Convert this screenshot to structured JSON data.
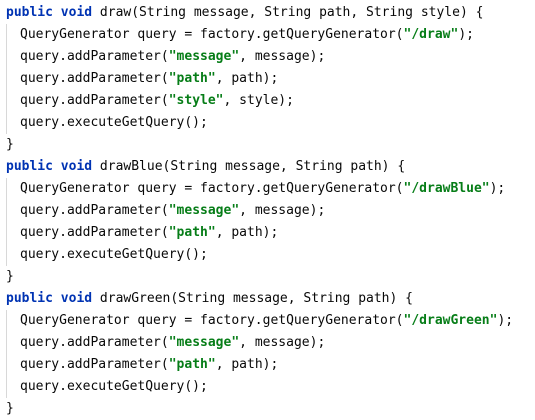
{
  "code": {
    "lines": [
      {
        "indent": false,
        "tokens": [
          {
            "t": "public void",
            "k": "kw"
          },
          {
            "t": " draw(String message, String path, String style) {",
            "k": "plain"
          }
        ]
      },
      {
        "indent": true,
        "tokens": [
          {
            "t": "QueryGenerator query = factory.getQueryGenerator(",
            "k": "plain"
          },
          {
            "t": "\"/draw\"",
            "k": "str"
          },
          {
            "t": ");",
            "k": "plain"
          }
        ]
      },
      {
        "indent": true,
        "tokens": [
          {
            "t": "query.addParameter(",
            "k": "plain"
          },
          {
            "t": "\"message\"",
            "k": "str"
          },
          {
            "t": ", message);",
            "k": "plain"
          }
        ]
      },
      {
        "indent": true,
        "tokens": [
          {
            "t": "query.addParameter(",
            "k": "plain"
          },
          {
            "t": "\"path\"",
            "k": "str"
          },
          {
            "t": ", path);",
            "k": "plain"
          }
        ]
      },
      {
        "indent": true,
        "tokens": [
          {
            "t": "query.addParameter(",
            "k": "plain"
          },
          {
            "t": "\"style\"",
            "k": "str"
          },
          {
            "t": ", style);",
            "k": "plain"
          }
        ]
      },
      {
        "indent": true,
        "tokens": [
          {
            "t": "query.executeGetQuery();",
            "k": "plain"
          }
        ]
      },
      {
        "indent": false,
        "tokens": [
          {
            "t": "}",
            "k": "plain"
          }
        ]
      },
      {
        "indent": false,
        "tokens": [
          {
            "t": "public void",
            "k": "kw"
          },
          {
            "t": " drawBlue(String message, String path) {",
            "k": "plain"
          }
        ]
      },
      {
        "indent": true,
        "tokens": [
          {
            "t": "QueryGenerator query = factory.getQueryGenerator(",
            "k": "plain"
          },
          {
            "t": "\"/drawBlue\"",
            "k": "str"
          },
          {
            "t": ");",
            "k": "plain"
          }
        ]
      },
      {
        "indent": true,
        "tokens": [
          {
            "t": "query.addParameter(",
            "k": "plain"
          },
          {
            "t": "\"message\"",
            "k": "str"
          },
          {
            "t": ", message);",
            "k": "plain"
          }
        ]
      },
      {
        "indent": true,
        "tokens": [
          {
            "t": "query.addParameter(",
            "k": "plain"
          },
          {
            "t": "\"path\"",
            "k": "str"
          },
          {
            "t": ", path);",
            "k": "plain"
          }
        ]
      },
      {
        "indent": true,
        "tokens": [
          {
            "t": "query.executeGetQuery();",
            "k": "plain"
          }
        ]
      },
      {
        "indent": false,
        "tokens": [
          {
            "t": "}",
            "k": "plain"
          }
        ]
      },
      {
        "indent": false,
        "tokens": [
          {
            "t": "public void",
            "k": "kw"
          },
          {
            "t": " drawGreen(String message, String path) {",
            "k": "plain"
          }
        ]
      },
      {
        "indent": true,
        "tokens": [
          {
            "t": "QueryGenerator query = factory.getQueryGenerator(",
            "k": "plain"
          },
          {
            "t": "\"/drawGreen\"",
            "k": "str"
          },
          {
            "t": ");",
            "k": "plain"
          }
        ]
      },
      {
        "indent": true,
        "tokens": [
          {
            "t": "query.addParameter(",
            "k": "plain"
          },
          {
            "t": "\"message\"",
            "k": "str"
          },
          {
            "t": ", message);",
            "k": "plain"
          }
        ]
      },
      {
        "indent": true,
        "tokens": [
          {
            "t": "query.addParameter(",
            "k": "plain"
          },
          {
            "t": "\"path\"",
            "k": "str"
          },
          {
            "t": ", path);",
            "k": "plain"
          }
        ]
      },
      {
        "indent": true,
        "tokens": [
          {
            "t": "query.executeGetQuery();",
            "k": "plain"
          }
        ]
      },
      {
        "indent": false,
        "tokens": [
          {
            "t": "}",
            "k": "plain"
          }
        ]
      }
    ]
  },
  "colors": {
    "keyword": "#0033b3",
    "string": "#067d17",
    "text": "#080808",
    "background": "#ffffff",
    "indent_guide": "#d8d8d8"
  }
}
